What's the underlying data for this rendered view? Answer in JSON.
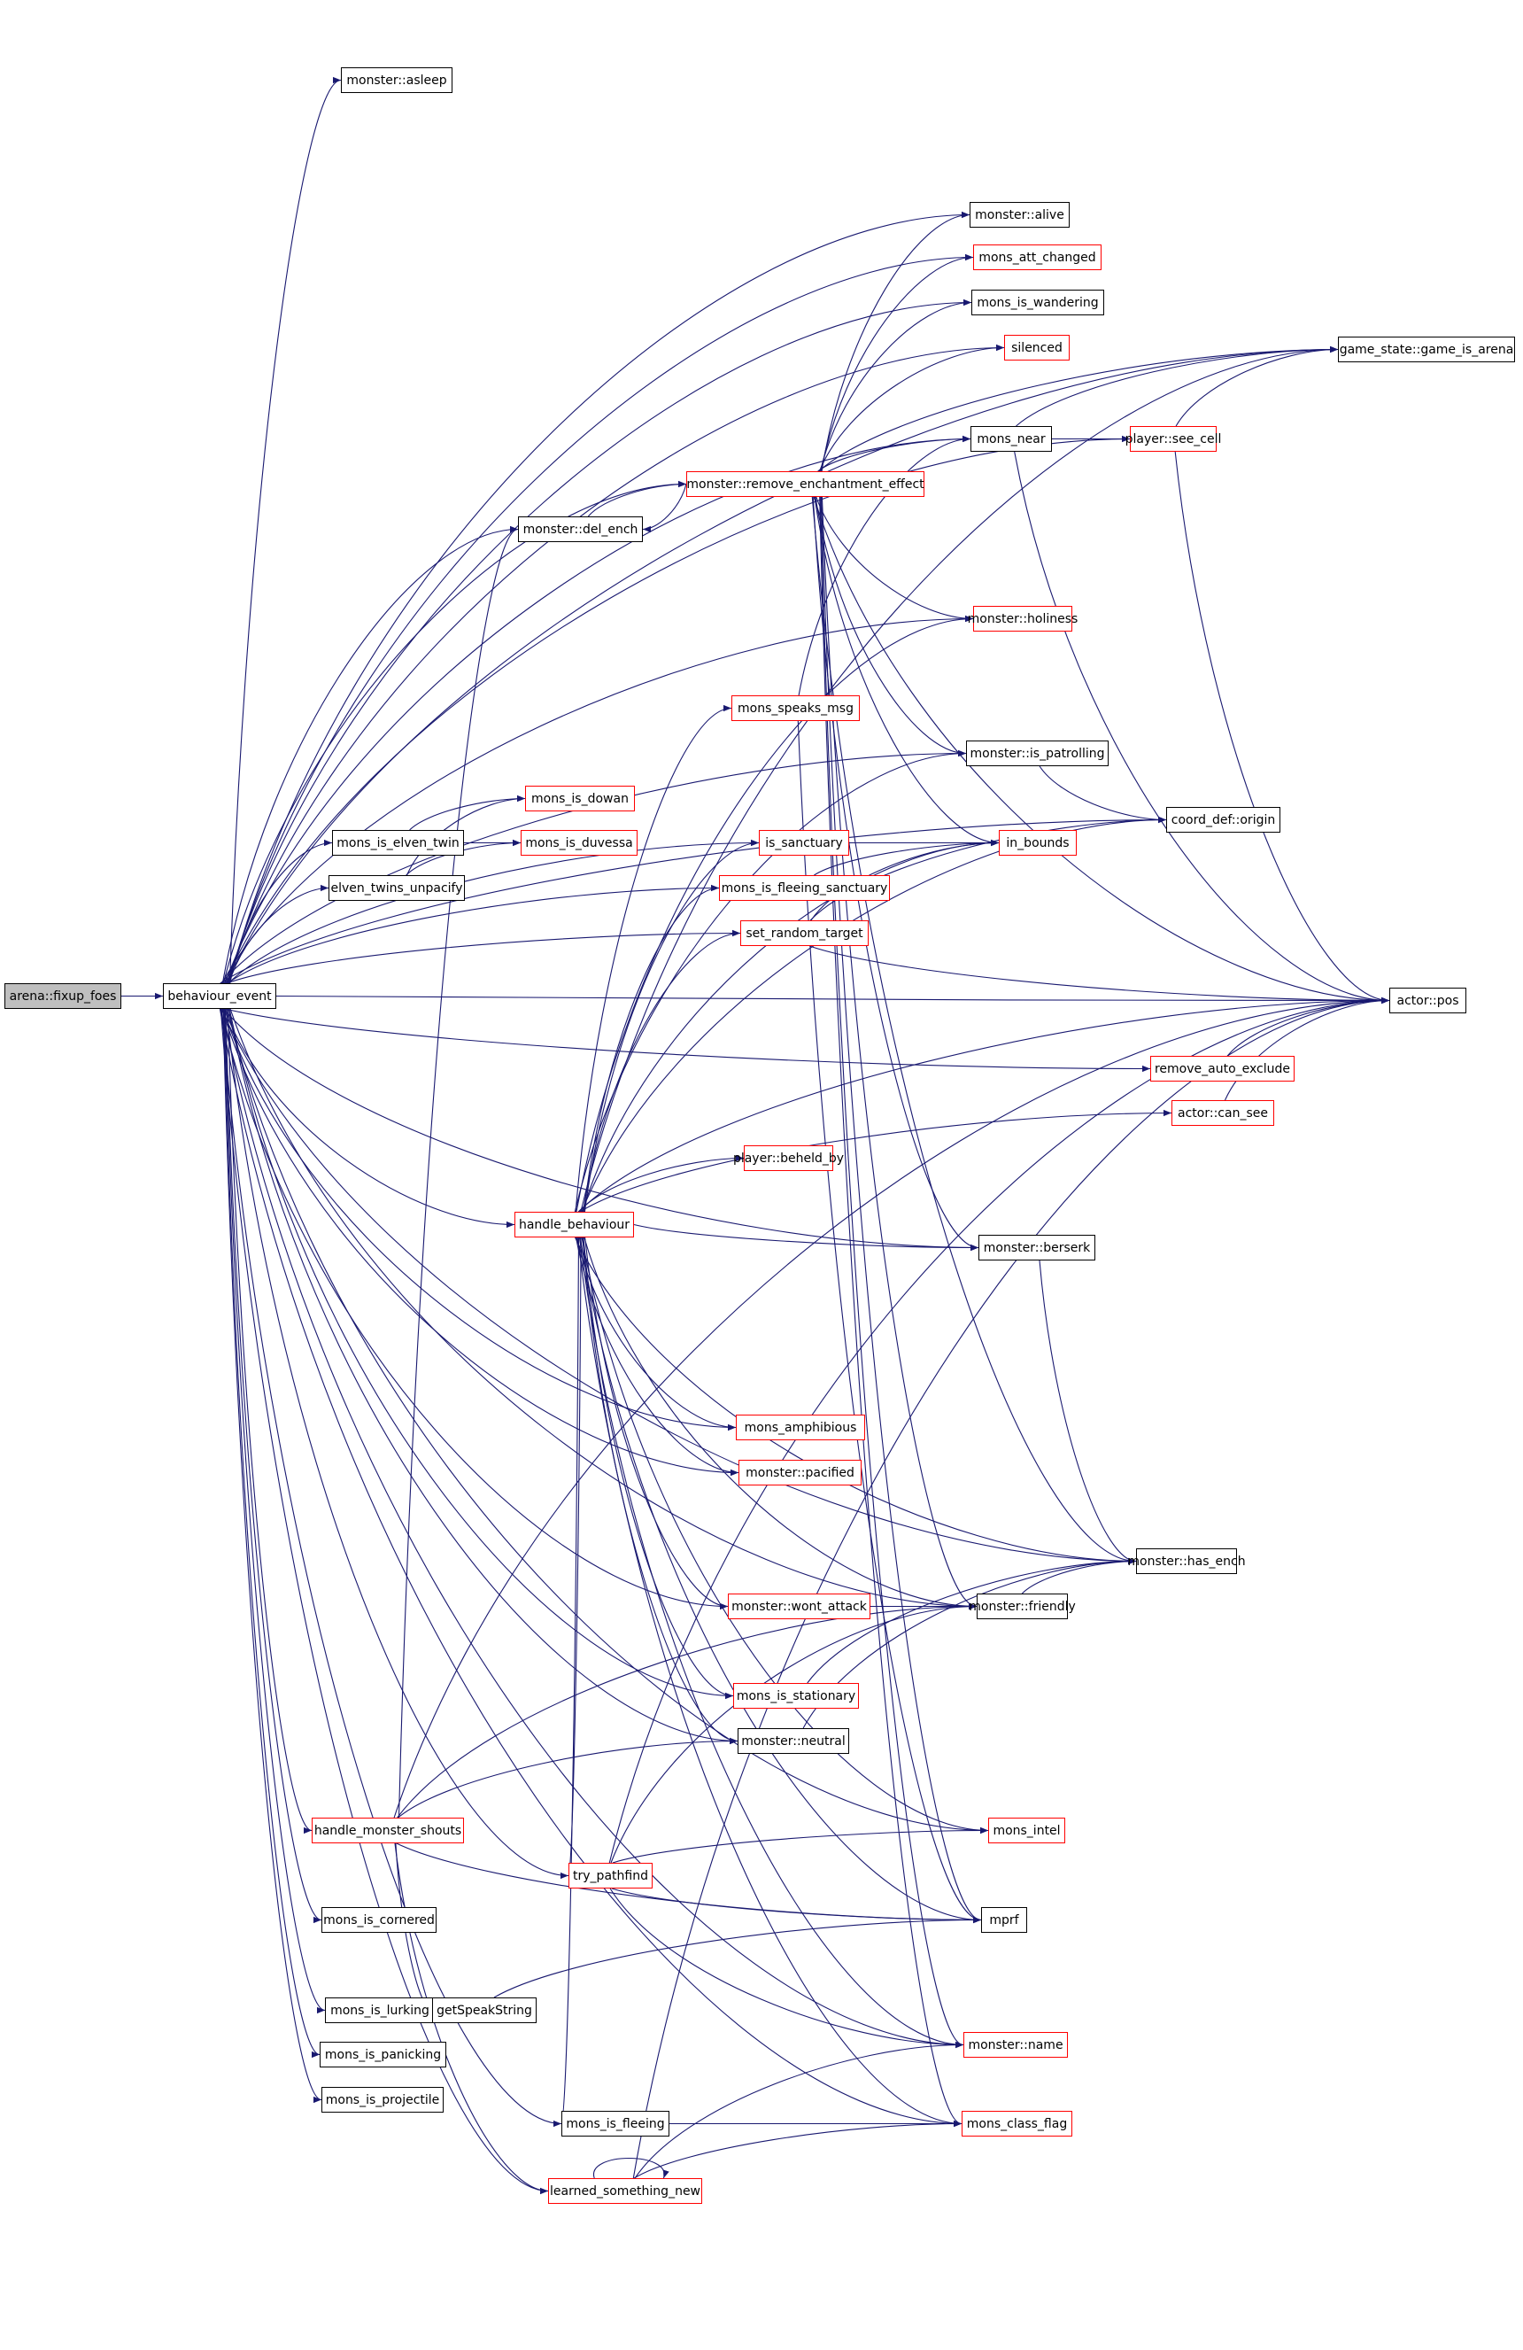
{
  "graph": {
    "title": "call graph of arena::fixup_foes",
    "colors": {
      "edge": "#191970",
      "documented_border": "#000000",
      "truncated_border": "#ff0000",
      "root_fill": "#bfbfbf"
    },
    "nodes": [
      {
        "id": "fixup_foes",
        "label": "arena::fixup_foes",
        "style": "root"
      },
      {
        "id": "behaviour_event",
        "label": "behaviour_event",
        "style": "normal"
      },
      {
        "id": "asleep",
        "label": "monster::asleep",
        "style": "normal"
      },
      {
        "id": "alive",
        "label": "monster::alive",
        "style": "normal"
      },
      {
        "id": "att_changed",
        "label": "mons_att_changed",
        "style": "truncated"
      },
      {
        "id": "wandering",
        "label": "mons_is_wandering",
        "style": "normal"
      },
      {
        "id": "silenced",
        "label": "silenced",
        "style": "truncated"
      },
      {
        "id": "game_is_arena",
        "label": "game_state::game_is_arena",
        "style": "normal"
      },
      {
        "id": "mons_near",
        "label": "mons_near",
        "style": "normal"
      },
      {
        "id": "see_cell",
        "label": "player::see_cell",
        "style": "truncated"
      },
      {
        "id": "remove_ench",
        "label": "monster::remove_enchantment_effect",
        "style": "truncated"
      },
      {
        "id": "del_ench",
        "label": "monster::del_ench",
        "style": "normal"
      },
      {
        "id": "holiness",
        "label": "monster::holiness",
        "style": "truncated"
      },
      {
        "id": "speaks_msg",
        "label": "mons_speaks_msg",
        "style": "truncated"
      },
      {
        "id": "is_patrolling",
        "label": "monster::is_patrolling",
        "style": "normal"
      },
      {
        "id": "origin",
        "label": "coord_def::origin",
        "style": "normal"
      },
      {
        "id": "is_dowan",
        "label": "mons_is_dowan",
        "style": "truncated"
      },
      {
        "id": "elven_twin",
        "label": "mons_is_elven_twin",
        "style": "normal"
      },
      {
        "id": "is_duvessa",
        "label": "mons_is_duvessa",
        "style": "truncated"
      },
      {
        "id": "unpacify",
        "label": "elven_twins_unpacify",
        "style": "normal"
      },
      {
        "id": "is_sanctuary",
        "label": "is_sanctuary",
        "style": "truncated"
      },
      {
        "id": "in_bounds",
        "label": "in_bounds",
        "style": "truncated"
      },
      {
        "id": "fleeing_sanct",
        "label": "mons_is_fleeing_sanctuary",
        "style": "truncated"
      },
      {
        "id": "random_target",
        "label": "set_random_target",
        "style": "truncated"
      },
      {
        "id": "actor_pos",
        "label": "actor::pos",
        "style": "normal"
      },
      {
        "id": "auto_exclude",
        "label": "remove_auto_exclude",
        "style": "truncated"
      },
      {
        "id": "can_see",
        "label": "actor::can_see",
        "style": "truncated"
      },
      {
        "id": "beheld_by",
        "label": "player::beheld_by",
        "style": "truncated"
      },
      {
        "id": "handle_behaviour",
        "label": "handle_behaviour",
        "style": "truncated"
      },
      {
        "id": "berserk",
        "label": "monster::berserk",
        "style": "normal"
      },
      {
        "id": "amphibious",
        "label": "mons_amphibious",
        "style": "truncated"
      },
      {
        "id": "pacified",
        "label": "monster::pacified",
        "style": "truncated"
      },
      {
        "id": "has_ench",
        "label": "monster::has_ench",
        "style": "normal"
      },
      {
        "id": "wont_attack",
        "label": "monster::wont_attack",
        "style": "truncated"
      },
      {
        "id": "friendly",
        "label": "monster::friendly",
        "style": "normal"
      },
      {
        "id": "stationary",
        "label": "mons_is_stationary",
        "style": "truncated"
      },
      {
        "id": "neutral",
        "label": "monster::neutral",
        "style": "normal"
      },
      {
        "id": "shouts",
        "label": "handle_monster_shouts",
        "style": "truncated"
      },
      {
        "id": "mons_intel",
        "label": "mons_intel",
        "style": "truncated"
      },
      {
        "id": "try_pathfind",
        "label": "try_pathfind",
        "style": "truncated"
      },
      {
        "id": "cornered",
        "label": "mons_is_cornered",
        "style": "normal"
      },
      {
        "id": "mprf",
        "label": "mprf",
        "style": "normal"
      },
      {
        "id": "lurking",
        "label": "mons_is_lurking",
        "style": "normal"
      },
      {
        "id": "getSpeak",
        "label": "getSpeakString",
        "style": "normal"
      },
      {
        "id": "panicking",
        "label": "mons_is_panicking",
        "style": "normal"
      },
      {
        "id": "mname",
        "label": "monster::name",
        "style": "truncated"
      },
      {
        "id": "projectile",
        "label": "mons_is_projectile",
        "style": "normal"
      },
      {
        "id": "is_fleeing",
        "label": "mons_is_fleeing",
        "style": "normal"
      },
      {
        "id": "class_flag",
        "label": "mons_class_flag",
        "style": "truncated"
      },
      {
        "id": "learned",
        "label": "learned_something_new",
        "style": "truncated"
      }
    ],
    "edges": [
      [
        "fixup_foes",
        "behaviour_event"
      ],
      [
        "behaviour_event",
        "asleep"
      ],
      [
        "behaviour_event",
        "alive"
      ],
      [
        "behaviour_event",
        "att_changed"
      ],
      [
        "behaviour_event",
        "wandering"
      ],
      [
        "behaviour_event",
        "silenced"
      ],
      [
        "behaviour_event",
        "game_is_arena"
      ],
      [
        "behaviour_event",
        "mons_near"
      ],
      [
        "behaviour_event",
        "see_cell"
      ],
      [
        "behaviour_event",
        "remove_ench"
      ],
      [
        "behaviour_event",
        "del_ench"
      ],
      [
        "behaviour_event",
        "holiness"
      ],
      [
        "behaviour_event",
        "is_patrolling"
      ],
      [
        "behaviour_event",
        "origin"
      ],
      [
        "behaviour_event",
        "elven_twin"
      ],
      [
        "behaviour_event",
        "unpacify"
      ],
      [
        "behaviour_event",
        "is_sanctuary"
      ],
      [
        "behaviour_event",
        "fleeing_sanct"
      ],
      [
        "behaviour_event",
        "random_target"
      ],
      [
        "behaviour_event",
        "actor_pos"
      ],
      [
        "behaviour_event",
        "auto_exclude"
      ],
      [
        "behaviour_event",
        "handle_behaviour"
      ],
      [
        "behaviour_event",
        "berserk"
      ],
      [
        "behaviour_event",
        "amphibious"
      ],
      [
        "behaviour_event",
        "pacified"
      ],
      [
        "behaviour_event",
        "has_ench"
      ],
      [
        "behaviour_event",
        "wont_attack"
      ],
      [
        "behaviour_event",
        "friendly"
      ],
      [
        "behaviour_event",
        "stationary"
      ],
      [
        "behaviour_event",
        "neutral"
      ],
      [
        "behaviour_event",
        "shouts"
      ],
      [
        "behaviour_event",
        "mons_intel"
      ],
      [
        "behaviour_event",
        "try_pathfind"
      ],
      [
        "behaviour_event",
        "cornered"
      ],
      [
        "behaviour_event",
        "lurking"
      ],
      [
        "behaviour_event",
        "panicking"
      ],
      [
        "behaviour_event",
        "projectile"
      ],
      [
        "behaviour_event",
        "mname"
      ],
      [
        "behaviour_event",
        "is_fleeing"
      ],
      [
        "behaviour_event",
        "learned"
      ],
      [
        "behaviour_event",
        "class_flag"
      ],
      [
        "remove_ench",
        "alive"
      ],
      [
        "remove_ench",
        "att_changed"
      ],
      [
        "remove_ench",
        "wandering"
      ],
      [
        "remove_ench",
        "silenced"
      ],
      [
        "remove_ench",
        "game_is_arena"
      ],
      [
        "remove_ench",
        "mons_near"
      ],
      [
        "remove_ench",
        "del_ench"
      ],
      [
        "remove_ench",
        "holiness"
      ],
      [
        "remove_ench",
        "is_patrolling"
      ],
      [
        "remove_ench",
        "in_bounds"
      ],
      [
        "remove_ench",
        "actor_pos"
      ],
      [
        "remove_ench",
        "berserk"
      ],
      [
        "remove_ench",
        "has_ench"
      ],
      [
        "remove_ench",
        "friendly"
      ],
      [
        "remove_ench",
        "mprf"
      ],
      [
        "remove_ench",
        "mname"
      ],
      [
        "remove_ench",
        "class_flag"
      ],
      [
        "del_ench",
        "remove_ench"
      ],
      [
        "mons_near",
        "game_is_arena"
      ],
      [
        "mons_near",
        "see_cell"
      ],
      [
        "mons_near",
        "actor_pos"
      ],
      [
        "see_cell",
        "game_is_arena"
      ],
      [
        "see_cell",
        "actor_pos"
      ],
      [
        "speaks_msg",
        "mons_near"
      ],
      [
        "speaks_msg",
        "mprf"
      ],
      [
        "is_patrolling",
        "origin"
      ],
      [
        "elven_twin",
        "is_dowan"
      ],
      [
        "elven_twin",
        "is_duvessa"
      ],
      [
        "unpacify",
        "is_dowan"
      ],
      [
        "unpacify",
        "is_duvessa"
      ],
      [
        "is_sanctuary",
        "in_bounds"
      ],
      [
        "fleeing_sanct",
        "in_bounds"
      ],
      [
        "random_target",
        "in_bounds"
      ],
      [
        "random_target",
        "origin"
      ],
      [
        "random_target",
        "actor_pos"
      ],
      [
        "auto_exclude",
        "actor_pos"
      ],
      [
        "can_see",
        "actor_pos"
      ],
      [
        "handle_behaviour",
        "holiness"
      ],
      [
        "handle_behaviour",
        "speaks_msg"
      ],
      [
        "handle_behaviour",
        "is_patrolling"
      ],
      [
        "handle_behaviour",
        "is_sanctuary"
      ],
      [
        "handle_behaviour",
        "fleeing_sanct"
      ],
      [
        "handle_behaviour",
        "random_target"
      ],
      [
        "handle_behaviour",
        "in_bounds"
      ],
      [
        "handle_behaviour",
        "origin"
      ],
      [
        "handle_behaviour",
        "game_is_arena"
      ],
      [
        "handle_behaviour",
        "can_see"
      ],
      [
        "handle_behaviour",
        "beheld_by"
      ],
      [
        "handle_behaviour",
        "actor_pos"
      ],
      [
        "handle_behaviour",
        "berserk"
      ],
      [
        "handle_behaviour",
        "amphibious"
      ],
      [
        "handle_behaviour",
        "pacified"
      ],
      [
        "handle_behaviour",
        "has_ench"
      ],
      [
        "handle_behaviour",
        "wont_attack"
      ],
      [
        "handle_behaviour",
        "friendly"
      ],
      [
        "handle_behaviour",
        "stationary"
      ],
      [
        "handle_behaviour",
        "neutral"
      ],
      [
        "handle_behaviour",
        "mons_intel"
      ],
      [
        "handle_behaviour",
        "try_pathfind"
      ],
      [
        "handle_behaviour",
        "mprf"
      ],
      [
        "handle_behaviour",
        "mname"
      ],
      [
        "handle_behaviour",
        "is_fleeing"
      ],
      [
        "handle_behaviour",
        "class_flag"
      ],
      [
        "berserk",
        "has_ench"
      ],
      [
        "wont_attack",
        "friendly"
      ],
      [
        "friendly",
        "has_ench"
      ],
      [
        "stationary",
        "has_ench"
      ],
      [
        "neutral",
        "has_ench"
      ],
      [
        "shouts",
        "del_ench"
      ],
      [
        "shouts",
        "neutral"
      ],
      [
        "shouts",
        "friendly"
      ],
      [
        "shouts",
        "mprf"
      ],
      [
        "shouts",
        "getSpeak"
      ],
      [
        "shouts",
        "learned"
      ],
      [
        "shouts",
        "actor_pos"
      ],
      [
        "try_pathfind",
        "mons_intel"
      ],
      [
        "try_pathfind",
        "mprf"
      ],
      [
        "try_pathfind",
        "friendly"
      ],
      [
        "try_pathfind",
        "mname"
      ],
      [
        "try_pathfind",
        "actor_pos"
      ],
      [
        "getSpeak",
        "mprf"
      ],
      [
        "is_fleeing",
        "class_flag"
      ],
      [
        "learned",
        "learned"
      ],
      [
        "learned",
        "mname"
      ],
      [
        "learned",
        "class_flag"
      ],
      [
        "learned",
        "actor_pos"
      ]
    ]
  }
}
